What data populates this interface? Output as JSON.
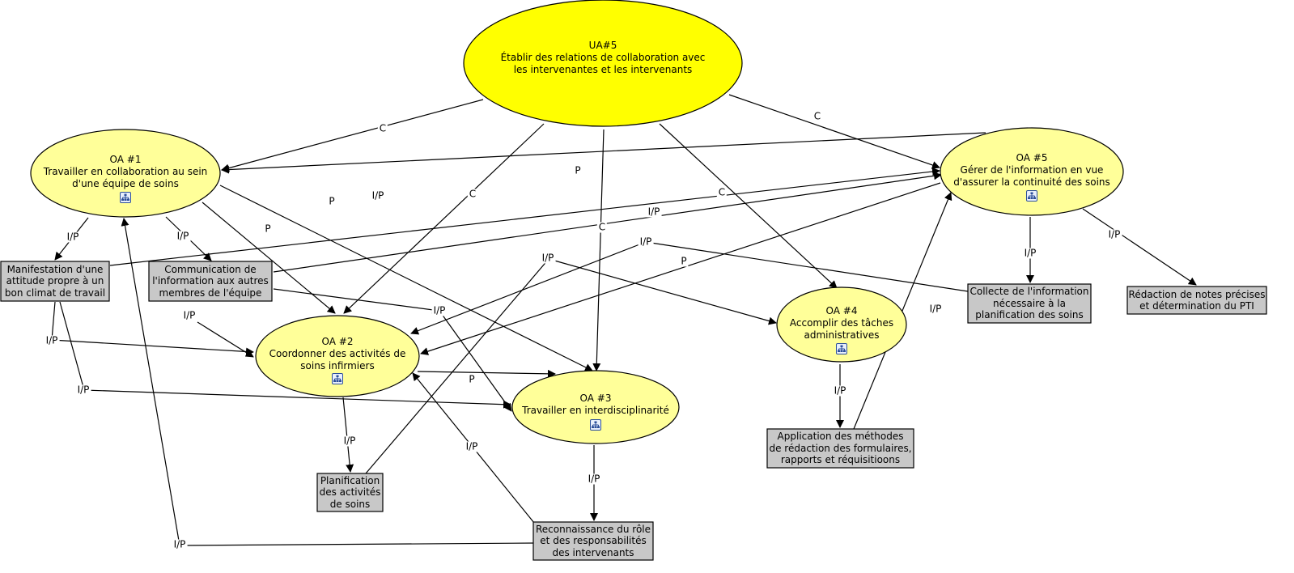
{
  "colors": {
    "ellipse_fill": "#ffff99",
    "main_fill": "#ffff00",
    "box_fill": "#c8c8c8",
    "line": "#000000",
    "icon": "#2c4f9a"
  },
  "icons": {
    "submap": "submap-icon"
  },
  "nodes": {
    "ua5": [
      "UA#5",
      "Établir des relations de collaboration avec",
      "les intervenantes et les intervenants"
    ],
    "oa1": [
      "OA #1",
      "Travailler en collaboration au sein",
      "d'une équipe de soins"
    ],
    "oa2": [
      "OA #2",
      "Coordonner des activités de",
      "soins infirmiers"
    ],
    "oa3": [
      "OA #3",
      "Travailler en interdisciplinarité"
    ],
    "oa4": [
      "OA #4",
      "Accomplir des tâches",
      "administratives"
    ],
    "oa5": [
      "OA #5",
      "Gérer de l'information en vue",
      "d'assurer la continuité des soins"
    ]
  },
  "boxes": {
    "manifestation": [
      "Manifestation d'une",
      "attitude propre à un",
      "bon climat de travail"
    ],
    "communication": [
      "Communication de",
      "l'information aux autres",
      "membres de l'équipe"
    ],
    "planification": [
      "Planification",
      "des activités",
      "de soins"
    ],
    "reconnaissance": [
      "Reconnaissance du rôle",
      "et des responsabilités",
      "des intervenants"
    ],
    "application": [
      "Application des méthodes",
      "de rédaction des formulaires,",
      "rapports et réquisitioons"
    ],
    "collecte": [
      "Collecte de l'information",
      "nécessaire à la",
      "planification des soins"
    ],
    "redaction": [
      "Rédaction de notes précises",
      "et détermination du PTI"
    ]
  },
  "edges": [
    {
      "id": "ua5-oa1",
      "label": "C"
    },
    {
      "id": "ua5-oa2",
      "label": "C"
    },
    {
      "id": "ua5-oa3",
      "label": "C"
    },
    {
      "id": "ua5-oa4",
      "label": "C"
    },
    {
      "id": "ua5-oa5",
      "label": "C"
    },
    {
      "id": "oa5-oa1",
      "label": "P"
    },
    {
      "id": "oa1-oa3",
      "label": "P"
    },
    {
      "id": "oa1-oa2",
      "label": "P"
    },
    {
      "id": "oa1-manifestation",
      "label": "I/P"
    },
    {
      "id": "oa1-communication",
      "label": "I/P"
    },
    {
      "id": "manifestation-oa5",
      "label": "I/P"
    },
    {
      "id": "communication-oa5",
      "label": "I/P"
    },
    {
      "id": "communication-oa2",
      "label": "I/P"
    },
    {
      "id": "communication-oa3",
      "label": "I/P"
    },
    {
      "id": "manifestation-oa2",
      "label": "I/P"
    },
    {
      "id": "manifestation-oa3",
      "label": "I/P"
    },
    {
      "id": "oa2-oa3",
      "label": "P"
    },
    {
      "id": "oa2-planification",
      "label": "I/P"
    },
    {
      "id": "planification-oa4",
      "label": "I/P"
    },
    {
      "id": "collecte-oa2",
      "label": "I/P"
    },
    {
      "id": "oa5-oa2",
      "label": "P"
    },
    {
      "id": "reconnaissance-oa2",
      "label": "I/P"
    },
    {
      "id": "reconnaissance-oa1",
      "label": "I/P"
    },
    {
      "id": "oa3-reconnaissance",
      "label": "I/P"
    },
    {
      "id": "oa4-application",
      "label": "I/P"
    },
    {
      "id": "application-oa5",
      "label": "I/P"
    },
    {
      "id": "oa5-collecte",
      "label": "I/P"
    },
    {
      "id": "oa5-redaction",
      "label": "I/P"
    }
  ]
}
